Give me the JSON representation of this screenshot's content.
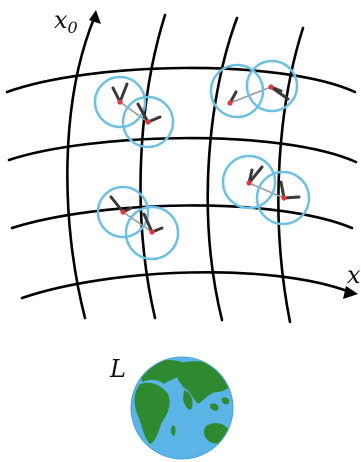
{
  "labels": {
    "time_axis": "x",
    "time_axis_sub": "0",
    "space_axis": "x",
    "earth": "L"
  },
  "colors": {
    "grid_line": "#000000",
    "clock_ring": "#6ec0e2",
    "clock_hand": "#3a3a3a",
    "clock_center": "#e0373f",
    "link": "#9a9a9a",
    "ocean": "#5ab4e6",
    "land": "#2f8a2f"
  },
  "icons": {
    "earth": "globe-icon",
    "clock": "clock-icon",
    "arrow": "arrowhead-icon"
  }
}
